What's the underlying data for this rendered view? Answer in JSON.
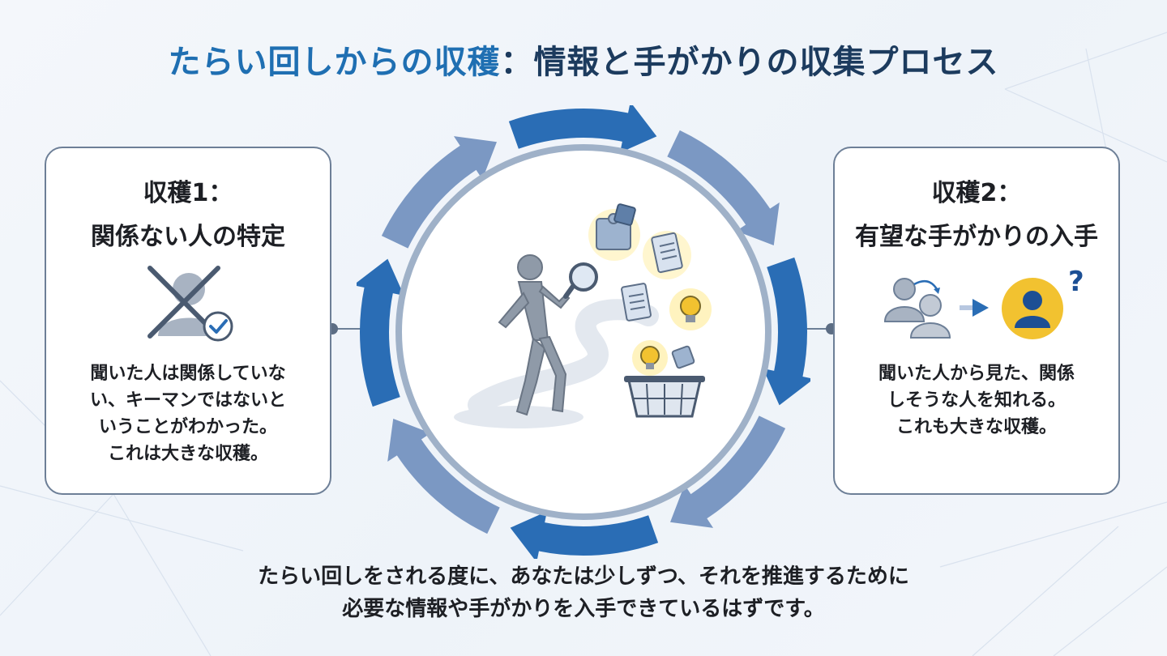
{
  "title": {
    "part1": "たらい回しからの収穫",
    "separator": "：",
    "part2": "情報と手がかりの収集プロセス"
  },
  "left_card": {
    "heading_line1": "収穫1：",
    "heading_line2": "関係ない人の特定",
    "icon": "person-crossed-out-with-check-icon",
    "body": [
      "聞いた人は関係していな",
      "い、キーマンではないと",
      "いうことがわかった。",
      "これは大きな収穫。"
    ]
  },
  "right_card": {
    "heading_line1": "収穫2：",
    "heading_line2": "有望な手がかりの入手",
    "icon": "referral-to-promising-person-icon",
    "body": [
      "聞いた人から見た、関係",
      "しそうな人を知れる。",
      "これも大きな収穫。"
    ]
  },
  "center": {
    "icon": "person-searching-with-magnifier-collecting-clues-icon",
    "items": [
      "puzzle-piece-icon",
      "document-icon",
      "lightbulb-icon",
      "basket-icon"
    ]
  },
  "bottom_text": [
    "たらい回しをされる度に、あなたは少しずつ、それを推進するために",
    "必要な情報や手がかりを入手できているはずです。"
  ],
  "colors": {
    "title_blue": "#1f6fb2",
    "title_navy": "#1c3b5e",
    "arrow_blue": "#2a6db5",
    "arrow_light": "#7b98c3",
    "card_border": "#6d7f97",
    "accent_yellow": "#f2c230"
  }
}
